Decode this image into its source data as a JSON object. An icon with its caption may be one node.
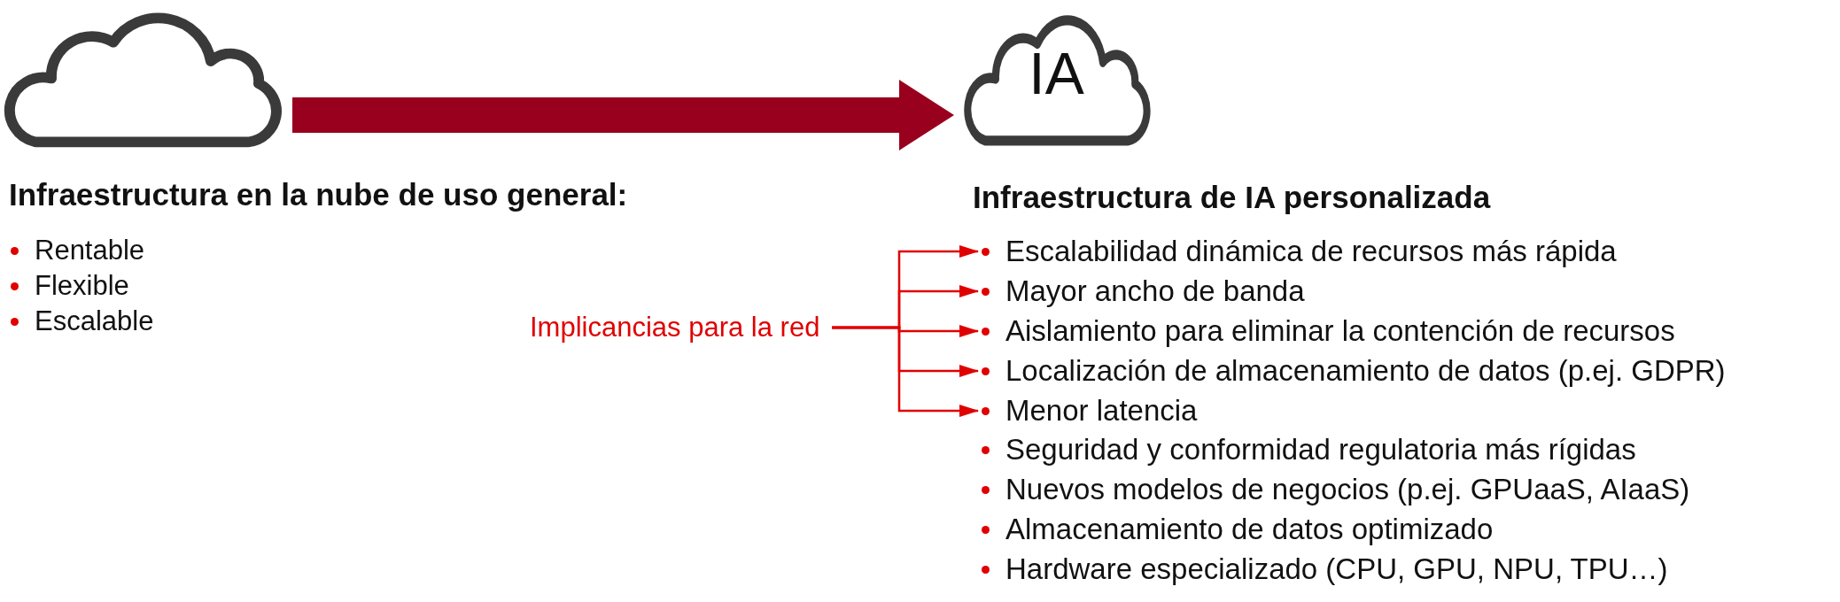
{
  "diagram": {
    "nodes": [
      {
        "text": [],
        "shape": "cloud",
        "beside": [
          "Infraestructura en la nube de uso general:"
        ]
      },
      {
        "text": [
          "IA"
        ],
        "beside": [
          "Infraestructura de IA personalizada"
        ]
      },
      {
        "text": [
          "Implicancias para la red"
        ]
      },
      {
        "text": [
          "Escalabilidad dinámica de recursos más rápida"
        ]
      },
      {
        "text": [
          "Mayor ancho de banda"
        ]
      },
      {
        "text": [
          "Aislamiento para eliminar la contención de recursos"
        ]
      },
      {
        "text": [
          "Localización de almacenamiento de datos (p.ej. GDPR)"
        ]
      },
      {
        "text": [
          "Menor latencia"
        ]
      }
    ],
    "edges": [
      {
        "from": 0,
        "to": 1,
        "arrow": "to",
        "style": "thick",
        "color": "#98001e"
      },
      {
        "from": 2,
        "to": 3,
        "arrow": "to"
      },
      {
        "from": 2,
        "to": 4,
        "arrow": "to"
      },
      {
        "from": 2,
        "to": 5,
        "arrow": "to"
      },
      {
        "from": 2,
        "to": 6,
        "arrow": "to"
      },
      {
        "from": 2,
        "to": 7,
        "arrow": "to"
      }
    ],
    "labels": [
      "Rentable",
      "Flexible",
      "Escalable",
      "Seguridad y conformidad regulatoria más rígidas",
      "Nuevos modelos de negocios (p.ej. GPUaaS, AIaaS)",
      "Almacenamiento de datos optimizado",
      "Hardware especializado (CPU, GPU, NPU, TPU…)"
    ]
  }
}
